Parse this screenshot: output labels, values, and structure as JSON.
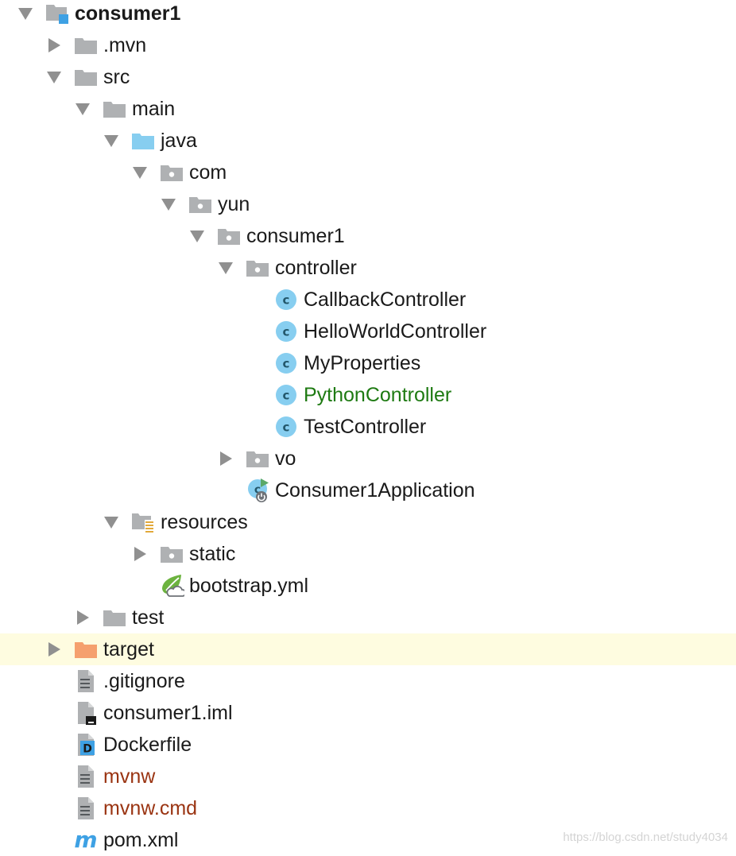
{
  "project_tree": {
    "root": {
      "label": "consumer1",
      "icon": "module-folder-icon",
      "expanded": true
    },
    "items": [
      {
        "label": ".mvn",
        "icon": "folder-icon",
        "expanded": false
      },
      {
        "label": "src",
        "icon": "folder-icon",
        "expanded": true
      },
      {
        "label": "main",
        "icon": "folder-icon",
        "expanded": true
      },
      {
        "label": "java",
        "icon": "source-folder-icon",
        "expanded": true
      },
      {
        "label": "com",
        "icon": "package-icon",
        "expanded": true
      },
      {
        "label": "yun",
        "icon": "package-icon",
        "expanded": true
      },
      {
        "label": "consumer1",
        "icon": "package-icon",
        "expanded": true
      },
      {
        "label": "controller",
        "icon": "package-icon",
        "expanded": true
      },
      {
        "label": "CallbackController",
        "icon": "java-class-icon"
      },
      {
        "label": "HelloWorldController",
        "icon": "java-class-icon"
      },
      {
        "label": "MyProperties",
        "icon": "java-class-icon"
      },
      {
        "label": "PythonController",
        "icon": "java-class-icon",
        "status": "new-file"
      },
      {
        "label": "TestController",
        "icon": "java-class-icon"
      },
      {
        "label": "vo",
        "icon": "package-icon",
        "expanded": false
      },
      {
        "label": "Consumer1Application",
        "icon": "spring-boot-app-icon"
      },
      {
        "label": "resources",
        "icon": "resources-folder-icon",
        "expanded": true
      },
      {
        "label": "static",
        "icon": "package-icon",
        "expanded": false
      },
      {
        "label": "bootstrap.yml",
        "icon": "spring-config-icon"
      },
      {
        "label": "test",
        "icon": "folder-icon",
        "expanded": false
      },
      {
        "label": "target",
        "icon": "excluded-folder-icon",
        "expanded": false,
        "highlighted": true
      },
      {
        "label": ".gitignore",
        "icon": "text-file-icon"
      },
      {
        "label": "consumer1.iml",
        "icon": "iml-file-icon"
      },
      {
        "label": "Dockerfile",
        "icon": "dockerfile-icon"
      },
      {
        "label": "mvnw",
        "icon": "text-file-icon",
        "status": "unversioned"
      },
      {
        "label": "mvnw.cmd",
        "icon": "text-file-icon",
        "status": "unversioned"
      },
      {
        "label": "pom.xml",
        "icon": "maven-icon"
      }
    ]
  },
  "colors": {
    "folder": "#afb1b3",
    "source_folder": "#87cef0",
    "excluded_folder": "#f5a06e",
    "java_class": "#87cef0",
    "highlight_row": "#fefce0",
    "new_file_text": "#1e7a12",
    "unversioned_text": "#9a3412",
    "maven": "#3ea1e4",
    "spring": "#6cb33f"
  },
  "watermark": "https://blog.csdn.net/study4034"
}
